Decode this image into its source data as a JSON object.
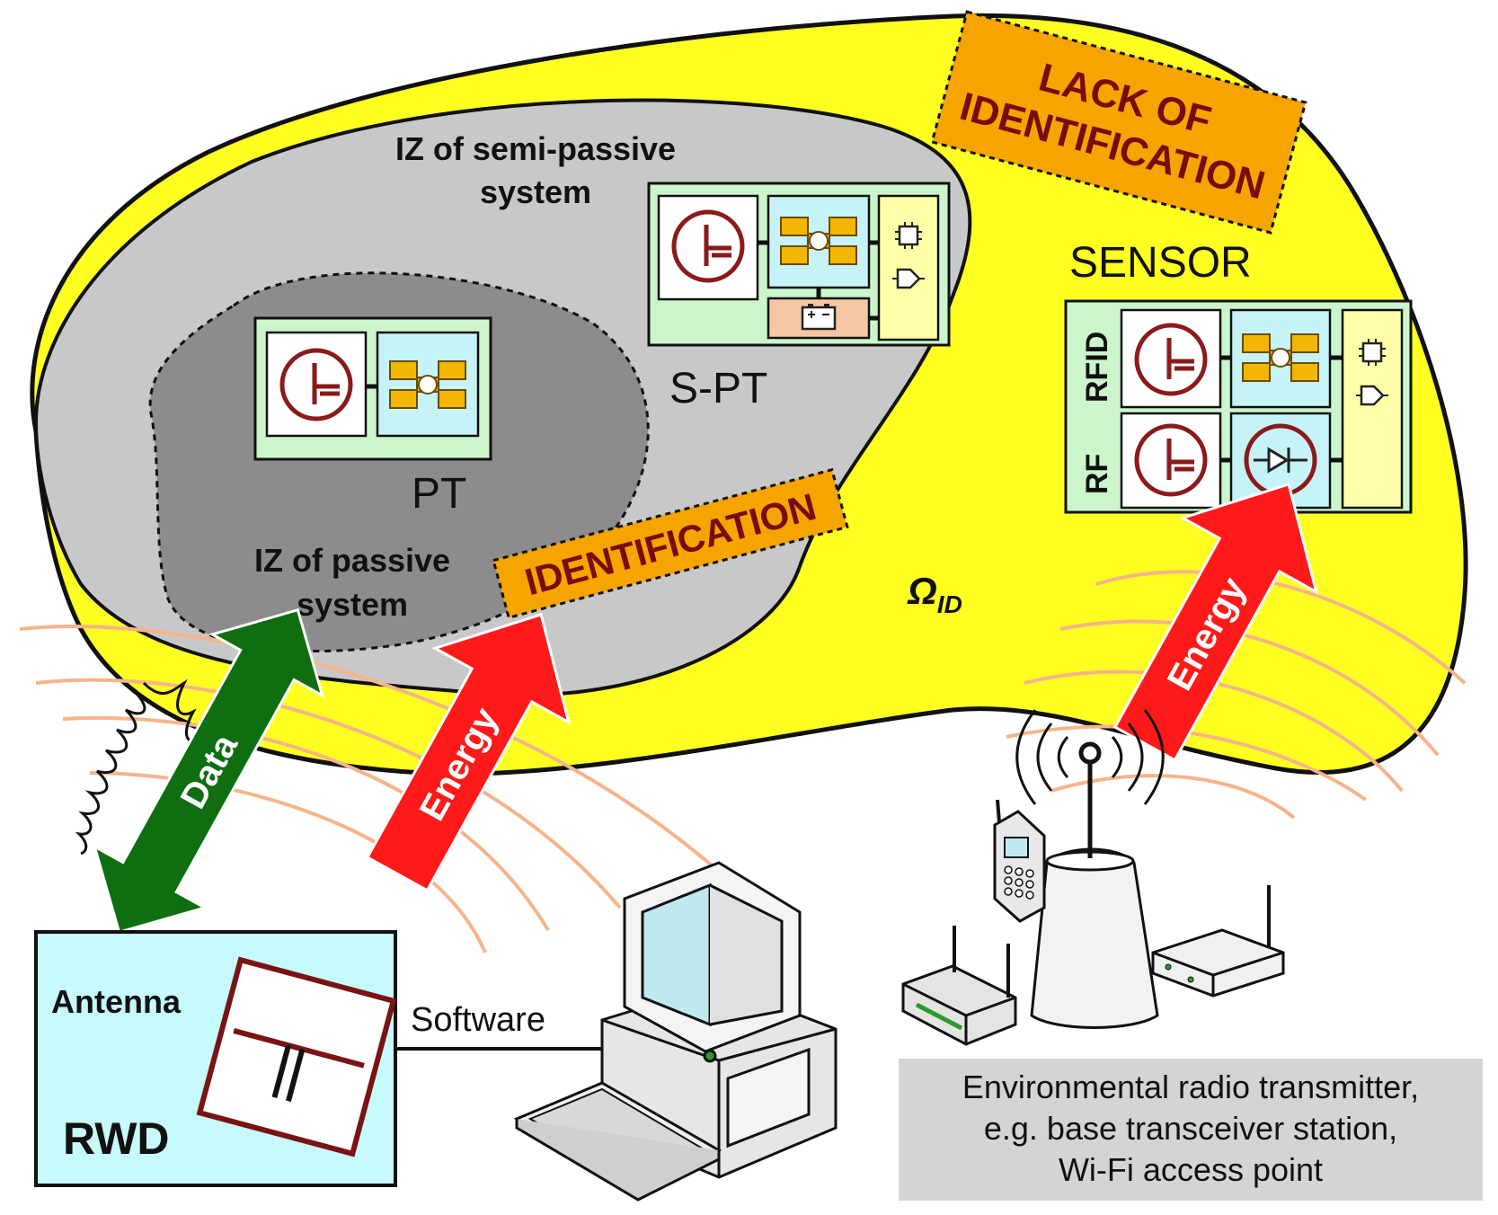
{
  "labels": {
    "iz_semi_line1": "IZ of semi-passive",
    "iz_semi_line2": "system",
    "iz_passive_line1": "IZ of passive",
    "iz_passive_line2": "system",
    "pt": "PT",
    "spt": "S-PT",
    "sensor": "SENSOR",
    "sensor_rfid": "RFID",
    "sensor_rf": "RF",
    "lack_line1": "LACK OF",
    "lack_line2": "IDENTIFICATION",
    "identification": "IDENTIFICATION",
    "omega": "Ω",
    "omega_sub": "ID",
    "data": "Data",
    "energy_left": "Energy",
    "energy_right": "Energy",
    "antenna": "Antenna",
    "rwd": "RWD",
    "software": "Software",
    "env_line1": "Environmental radio transmitter,",
    "env_line2": "e.g. base transceiver station,",
    "env_line3": "Wi-Fi access point"
  },
  "colors": {
    "outer_zone": "#ffff22",
    "semi_zone": "#c8c8c8",
    "passive_zone": "#8c8c8c",
    "tag_body": "#ccf5cc",
    "antenna_block": "#ffffff",
    "chip_block": "#c6f3f7",
    "logic_block": "#ffffaa",
    "battery_block": "#f7c7a4",
    "antenna_symbol": "#8b1a1a",
    "chip_pad": "#f2b705",
    "label_box": "#f5a400",
    "label_text": "#7a0b0b",
    "data_arrow": "#0f6e0f",
    "energy_arrow": "#ff1a1a",
    "wave": "#f6b48a",
    "rwd_box": "#c6fafc",
    "env_box": "#d4d4d4"
  }
}
